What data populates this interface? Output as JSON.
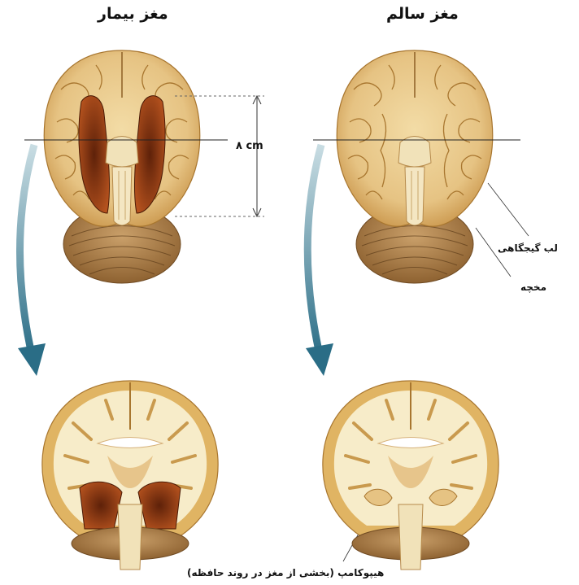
{
  "titles": {
    "diseased": "مغز بیمار",
    "healthy": "مغز سالم"
  },
  "measure": {
    "value": "۸ cm"
  },
  "labels": {
    "temporal_lobe": "لب گیجگاهی",
    "cerebellum": "مخچه",
    "hippocampus": "هیپوکامپ (بخشی از مغز در روند حافظه)"
  },
  "colors": {
    "brain_surface": "#e8c98a",
    "gyri_line": "#a8762f",
    "cortex": "#e0b463",
    "white_matter": "#f7ecc9",
    "atrophy_cavity": "#8a3a18",
    "arrow": "#2f7a92"
  }
}
